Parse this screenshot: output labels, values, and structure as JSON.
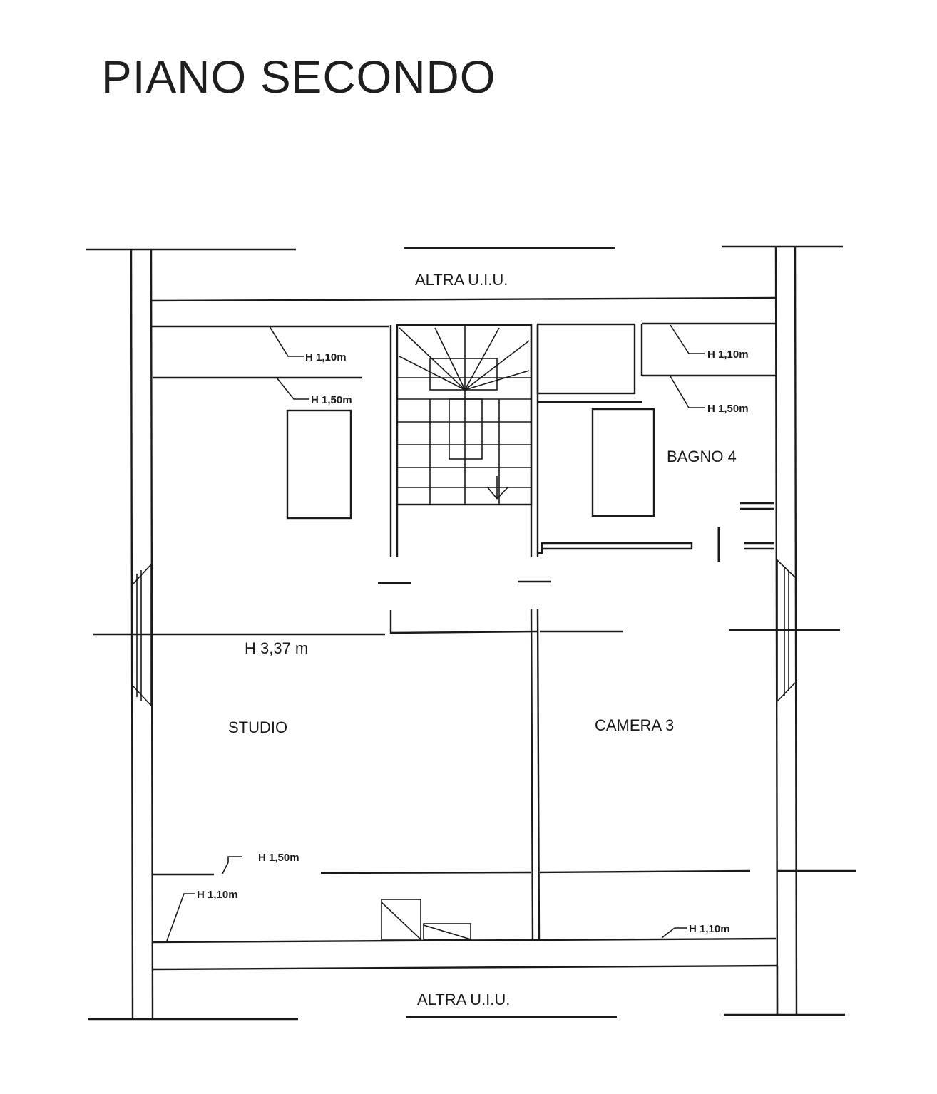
{
  "title": "PIANO SECONDO",
  "rooms": {
    "other_unit_top": "ALTRA U.I.U.",
    "other_unit_bottom": "ALTRA U.I.U.",
    "study": "STUDIO",
    "bedroom": "CAMERA 3",
    "bathroom": "BAGNO 4"
  },
  "heights": {
    "main": "H 3,37 m",
    "study_top_110": "H 1,10m",
    "study_top_150": "H 1,50m",
    "bath_top_110": "H 1,10m",
    "bath_top_150": "H 1,50m",
    "study_bottom_150": "H 1,50m",
    "study_bottom_110": "H 1,10m",
    "bedroom_bottom_110": "H 1,10m"
  }
}
